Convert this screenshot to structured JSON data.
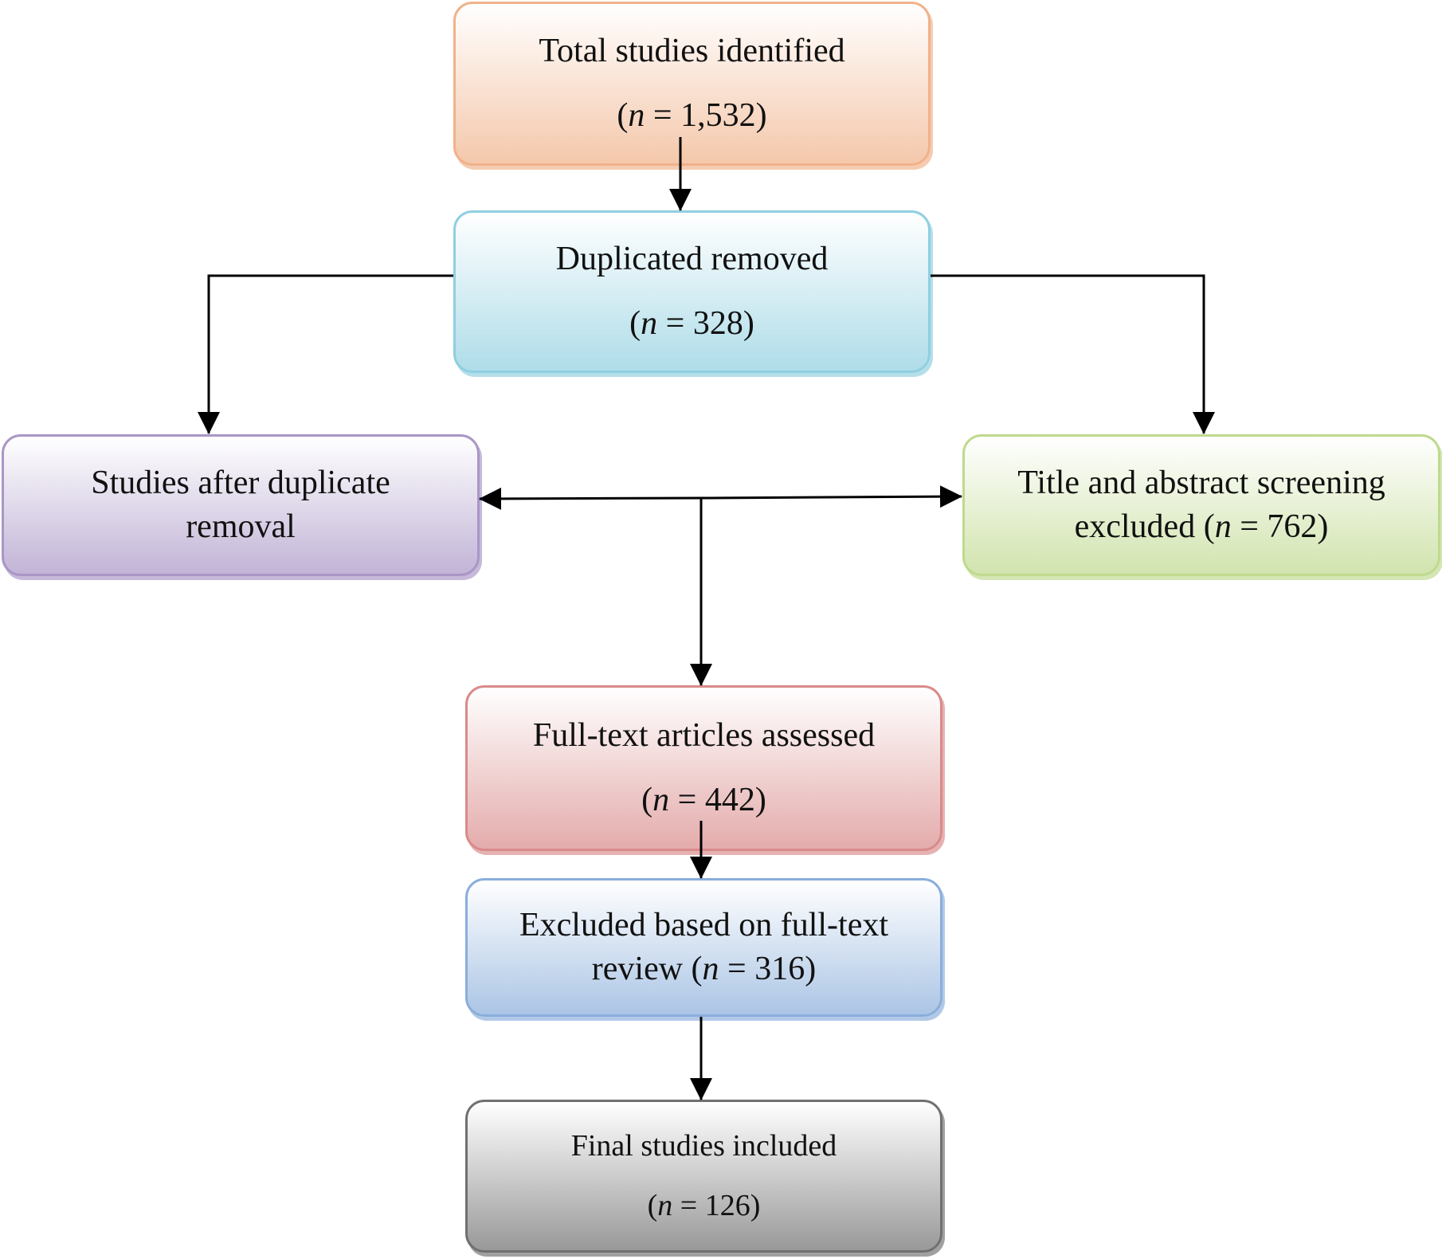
{
  "colors": {
    "orange": "#f0b28a",
    "cyan": "#8fcfe0",
    "purple": "#a996c6",
    "green": "#bfd98e",
    "red": "#d98a8a",
    "blue": "#8aaedb",
    "gray": "#707070",
    "arrow": "#000000"
  },
  "boxes": {
    "total": {
      "label": "Total studies identified",
      "n_label": "(n = 1,532)",
      "n_prefix": "(",
      "n_var": "n",
      "n_rest": " = 1,532)"
    },
    "dup": {
      "label": "Duplicated removed",
      "n_prefix": "(",
      "n_var": "n",
      "n_rest": " = 328)"
    },
    "after": {
      "line1": "Studies after duplicate",
      "line2": "removal"
    },
    "title": {
      "line1": "Title and abstract screening",
      "line2_prefix": "excluded (",
      "n_var": "n",
      "n_rest": " = 762)"
    },
    "full": {
      "label": "Full-text articles assessed",
      "n_prefix": "(",
      "n_var": "n",
      "n_rest": " = 442)"
    },
    "excl": {
      "line1": "Excluded based on full-text",
      "line2_prefix": "review (",
      "n_var": "n",
      "n_rest": " = 316)"
    },
    "final": {
      "label": "Final studies included",
      "n_prefix": "(",
      "n_var": "n",
      "n_rest": " = 126)"
    }
  }
}
